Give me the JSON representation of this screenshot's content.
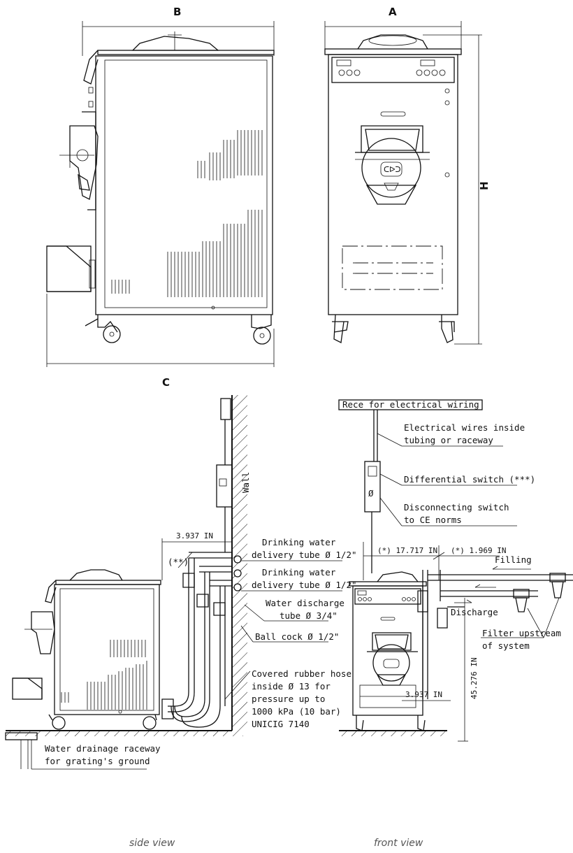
{
  "top_labels": {
    "B": "B",
    "A": "A",
    "H": "H",
    "C": "C"
  },
  "electrical": {
    "raceway": "Rece for electrical wiring",
    "wires_1": "Electrical wires inside",
    "wires_2": "tubing or raceway",
    "differential": "Differential switch (***)",
    "disconnect_1": "Disconnecting switch",
    "disconnect_2": "to CE norms"
  },
  "wall_label": "Wall",
  "dims": {
    "side_offset": "3.937  IN",
    "front_17": "(*) 17.717  IN",
    "front_1969": "(*) 1.969  IN",
    "front_3937": "3.937  IN",
    "front_45": "45.276  IN"
  },
  "plumbing": {
    "double_star": "(**)",
    "dw1_1": "Drinking water",
    "dw1_2": "delivery tube Ø 1/2\"",
    "dw2_1": "Drinking water",
    "dw2_2": "delivery tube Ø 1/2\"",
    "wd_1": "Water discharge",
    "wd_2": "tube Ø 3/4\"",
    "ball": "Ball cock Ø 1/2\"",
    "hose_1": "Covered rubber hose",
    "hose_2": "inside Ø 13 for",
    "hose_3": "pressure up to",
    "hose_4": "1000 kPa (10 bar)",
    "hose_5": "UNICIG 7140",
    "drain_1": "Water drainage raceway",
    "drain_2": "for grating's ground",
    "filling": "Filling",
    "discharge": "Discharge",
    "filter_1": "Filter upstream",
    "filter_2": "of system"
  },
  "captions": {
    "side": "side view",
    "front": "front view"
  }
}
